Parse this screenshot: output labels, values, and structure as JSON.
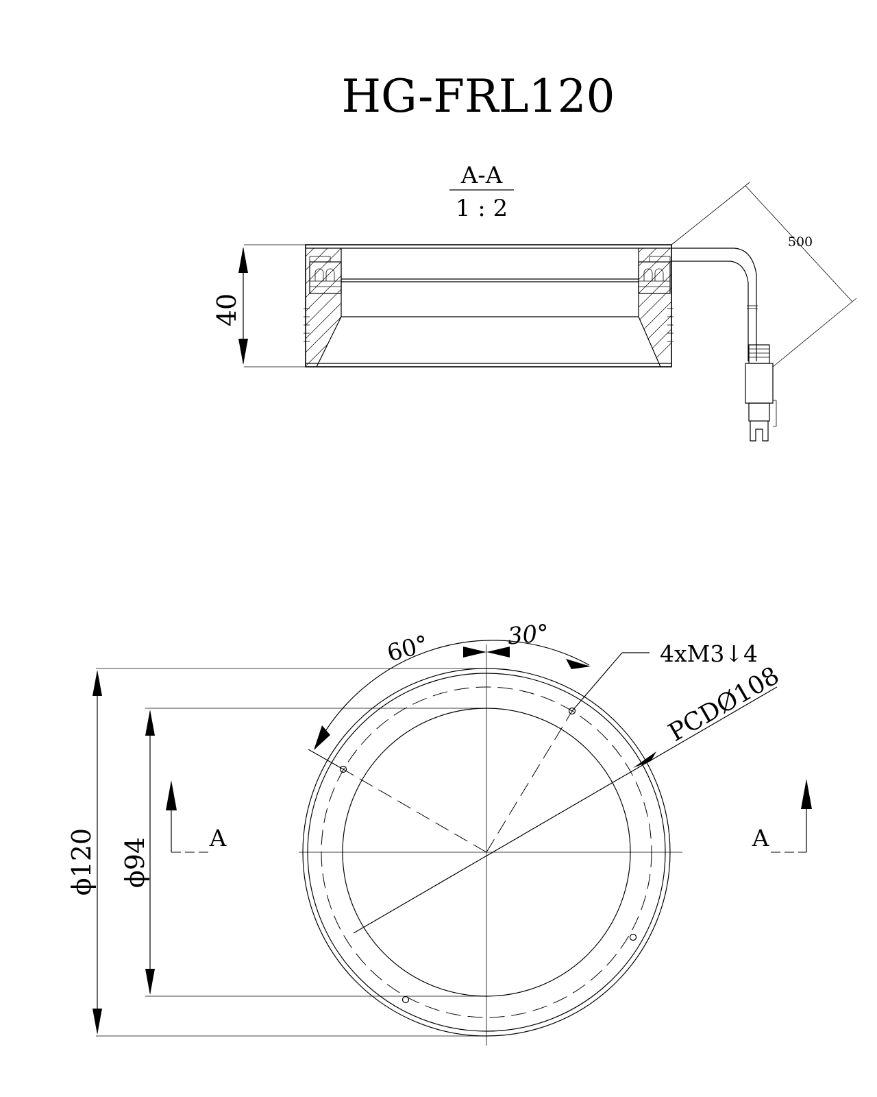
{
  "title": "HG-FRL120",
  "section": {
    "name": "A-A",
    "scale": "1 : 2",
    "height_dim": "40",
    "cable_length": "500"
  },
  "top_view": {
    "outer_diameter": "ϕ120",
    "inner_diameter": "ϕ94",
    "angle_left": "60°",
    "angle_right": "30°",
    "hole_callout": "4xM3↓4",
    "pcd": "PCDØ108",
    "section_left": "A",
    "section_right": "A"
  }
}
